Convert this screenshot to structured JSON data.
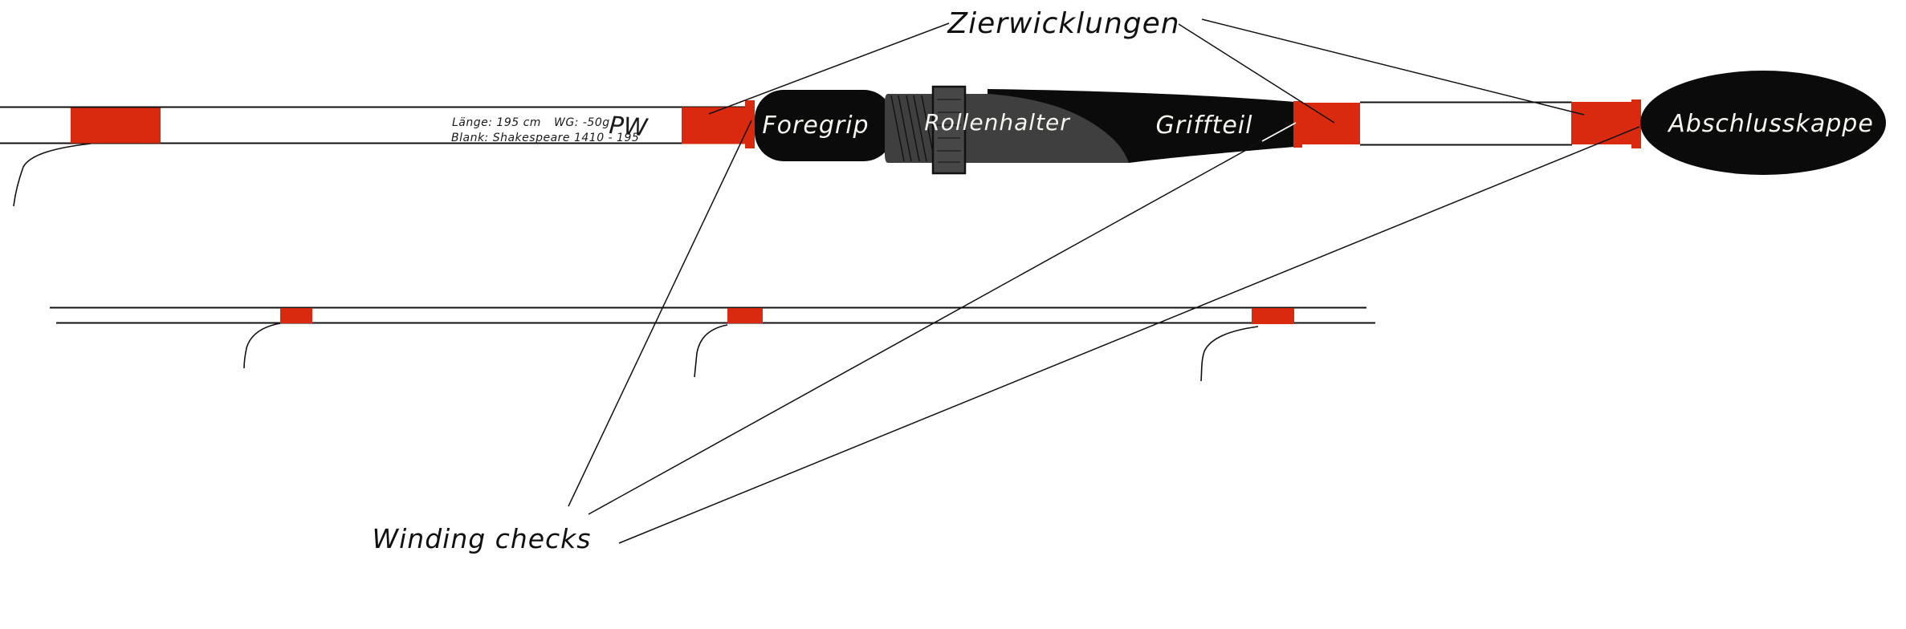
{
  "annotations": {
    "zierwicklungen": "Zierwicklungen",
    "winding_checks": "Winding checks"
  },
  "handle": {
    "foregrip": "Foregrip",
    "rollenhalter": "Rollenhalter",
    "griffteil": "Griffteil",
    "abschlusskappe": "Abschlusskappe"
  },
  "blank_info": {
    "laenge": "Länge: 195 cm",
    "wg": "WG: -50g",
    "blank": "Blank: Shakespeare 1410 - 195",
    "initials": "PW"
  },
  "colors": {
    "wrap_red": "#d9290e",
    "grip_black": "#0b0b0b",
    "reel_seat_gray": "#3f3f3f",
    "nut_gray": "#474747",
    "label_white": "#f7f5ef",
    "line_black": "#111111"
  }
}
